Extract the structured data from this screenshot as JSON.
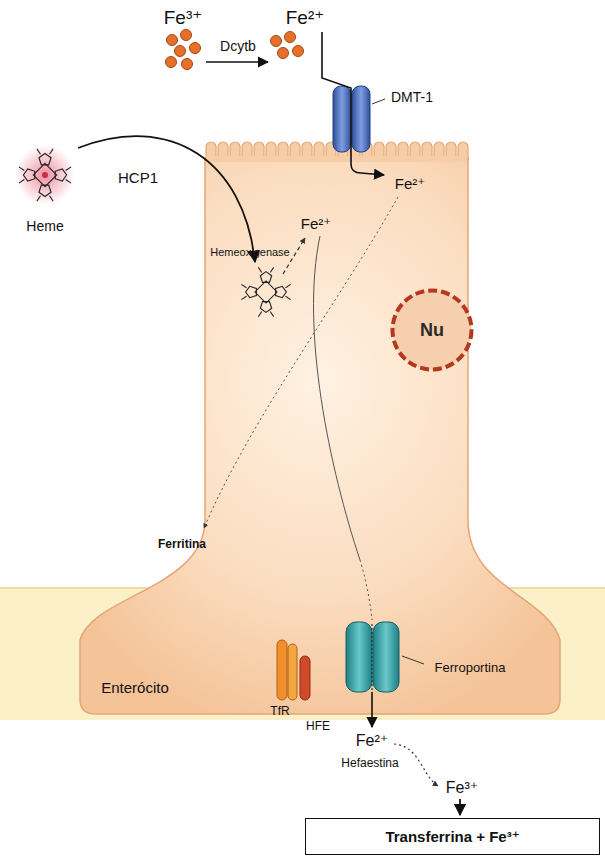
{
  "diagram": {
    "nodes": [
      {
        "text": [
          "Nu"
        ]
      },
      {
        "text": [
          "Transferrina + Fe³⁺"
        ]
      }
    ],
    "labels": [
      "Fe³⁺",
      "Dcytb",
      "Fe²⁺",
      "DMT-1",
      "HCP1",
      "Heme",
      "Fe²⁺",
      "Fe²⁺",
      "Hemeoxigenase",
      "Ferritina",
      "Enterócito",
      "TfR",
      "HFE",
      "Ferroportina",
      "Fe²⁺",
      "Hefaestina",
      "Fe³⁺"
    ]
  }
}
